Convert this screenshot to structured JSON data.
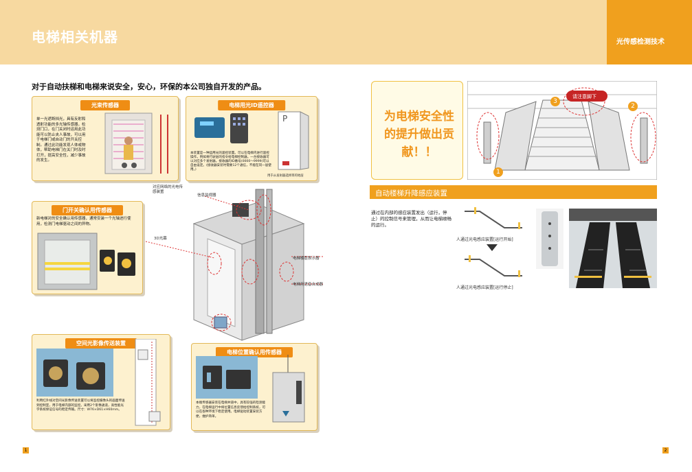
{
  "header": {
    "title": "电梯相关机器",
    "right_label": "光传感检测技术"
  },
  "intro": "对于自动扶梯和电梯来说安全，安心，环保的本公司独自开发的产品。",
  "boxes": {
    "beam": {
      "title": "光束传感器",
      "text": "单一光遮断挡光，具有反射和透射功能的多光轴传感器，检测门口，在门关闭时运用此功能可以防止夹人事故，可以用于电梯门或自动门的开关控制。通过此功能发现人体或物体，帮助电梯门在关门时及时打开，提高安全性，减少事故的发生。"
    },
    "remote": {
      "title": "电梯用光ID遥控器",
      "text": "本装置是一种运用光的遥控装置。可以在电梯内进行遥控操作，例如将行驶层的指令给电梯控制器。一台接收器可以对应多个发射器。接收器的ID番号(0000～9999)可以自由设定。(接收器安装时需要12个通信，不能在同一层使用。)",
      "caption": "用于从发射器选择目的地层"
    },
    "door": {
      "title": "门开关确认用传感器",
      "text": "新电梯对的安全确认用传感器，通常安装一个光轴进行使用，检测门电梯驱动之间的异物。"
    },
    "space": {
      "title": "空间光影像传送装置",
      "text": "利用红外线对空间光影像传送装置可以将监控摄像头的画面传送到控制室，用于电梯内部的监控。采用2个影像通道，高性能光学系统保证信号的稳定传输。尺寸：W76×D61×H60mm。"
    },
    "position": {
      "title": "电梯位置确认用传感器",
      "text": "本端传感器安装在电梯井道中，具有较强的检测能力，在电梯运行中将位置信息反馈给控制系统，可以在各种环境下稳定使用。电梯驱动装置安装方便，维护简单。"
    }
  },
  "diagram_labels": {
    "a": "对应网络的光电传感装置",
    "b": "信息监视器",
    "c": "3D光幕",
    "d": "电梯楼层表示器",
    "e": "电梯用语音合成器"
  },
  "slogan": "为电梯安全性的提升做出贡献！！",
  "callouts": {
    "n1": "1",
    "n2": "2",
    "n3": "3",
    "sign": "请注意脚下"
  },
  "escalator": {
    "section_title": "自动楼梯升降感应装置",
    "text": "通过在内部的感应装置发出（运行，停止）的控制信号来管理，从而让电梯顺畅的运行。",
    "cap1": "人通过光电感应装置[运行开始]",
    "cap2": "人通过光电感应装置[运行停止]"
  },
  "pages": {
    "left": "1",
    "right": "2"
  }
}
